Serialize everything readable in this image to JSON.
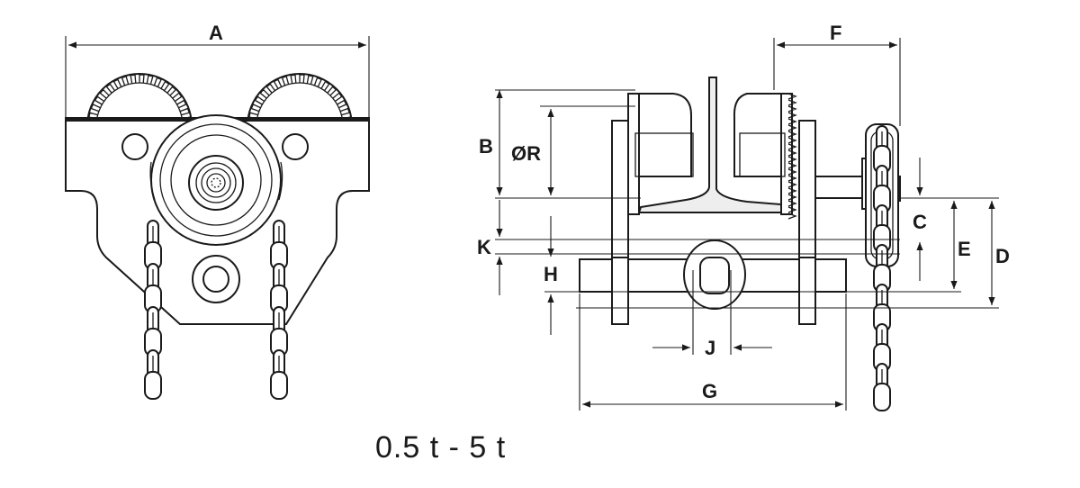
{
  "labels": {
    "A": "A",
    "B": "B",
    "R": "ØR",
    "F": "F",
    "C": "C",
    "E": "E",
    "D": "D",
    "K": "K",
    "H": "H",
    "J": "J",
    "G": "G"
  },
  "caption": "0.5 t - 5 t"
}
